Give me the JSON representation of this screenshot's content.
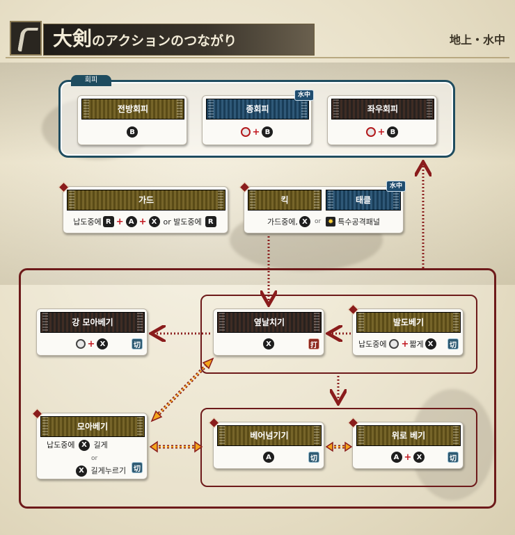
{
  "header": {
    "title_big": "大剣",
    "title_rest": "のアクションのつながり",
    "subtitle": "地上・水中"
  },
  "evasion": {
    "label": "회피",
    "cards": [
      {
        "title": "전방회피",
        "keys": [
          "B"
        ]
      },
      {
        "title": "종회피",
        "badge": "水中",
        "keys": [
          "B"
        ]
      },
      {
        "title": "좌우회피",
        "keys": [
          "B"
        ]
      }
    ]
  },
  "guard": {
    "title": "가드",
    "prefix": "납도중에",
    "mid": "or 발도중에",
    "keys": [
      "R",
      "A",
      "X",
      "R"
    ]
  },
  "kick": {
    "title": "킥",
    "prefix": "가드중에,",
    "or": "or",
    "suffix": "특수공격패널",
    "key": "X"
  },
  "tackle": {
    "title": "태클",
    "badge": "水中"
  },
  "strong_charge": {
    "title": "강 모아베기",
    "key": "X",
    "tag": "切"
  },
  "side_swing": {
    "title": "옆날치기",
    "key": "X",
    "tag": "打"
  },
  "draw_slash": {
    "title": "발도베기",
    "prefix": "납도중에",
    "mid": "짧게",
    "key": "X",
    "tag": "切"
  },
  "charge": {
    "title": "모아베기",
    "line1_prefix": "납도중에",
    "line1_suffix": "길게",
    "or": "or",
    "line2_suffix": "길게누르기",
    "key": "X",
    "tag": "切"
  },
  "overhead": {
    "title": "베어넘기기",
    "key": "A",
    "tag": "切"
  },
  "upswing": {
    "title": "위로 베기",
    "keys": [
      "A",
      "X"
    ],
    "tag": "切"
  },
  "colors": {
    "accent_dark_red": "#6d1a1a",
    "evasion_border": "#1f4c5f",
    "arrow": "#8a1c1c",
    "double_arrow_fill": "#f3a51c"
  }
}
